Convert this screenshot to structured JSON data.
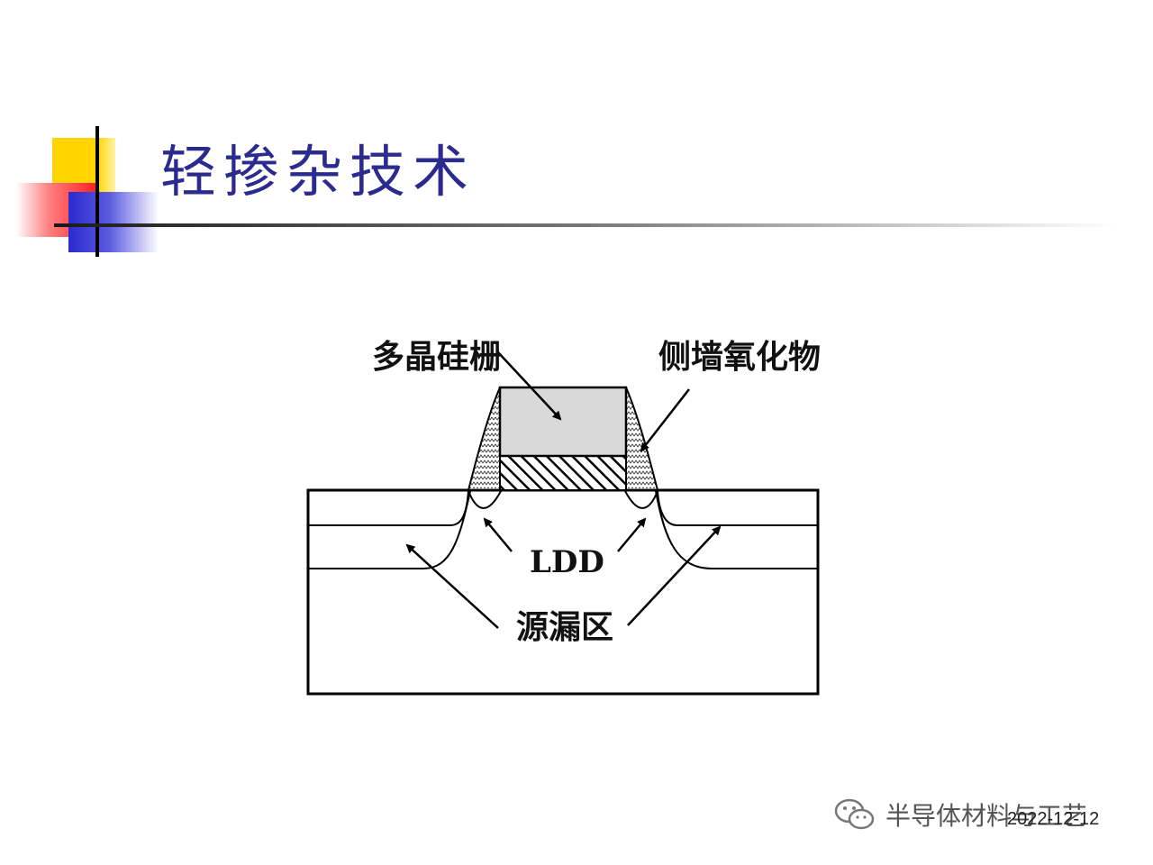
{
  "slide": {
    "title": "轻掺杂技术",
    "date": "2022-12-12"
  },
  "diagram": {
    "labels": {
      "gate": "多晶硅栅",
      "spacer": "侧墙氧化物",
      "ldd": "LDD",
      "source_drain": "源漏区"
    }
  },
  "watermark": {
    "text": "半导体材料与工艺",
    "icon": "wechat-icon"
  },
  "colors": {
    "title": "#2b2b8f",
    "accent_yellow": "#ffd400",
    "accent_red": "#ff2020",
    "accent_blue": "#2a2ad0",
    "gate_fill": "#d9d9d9"
  }
}
